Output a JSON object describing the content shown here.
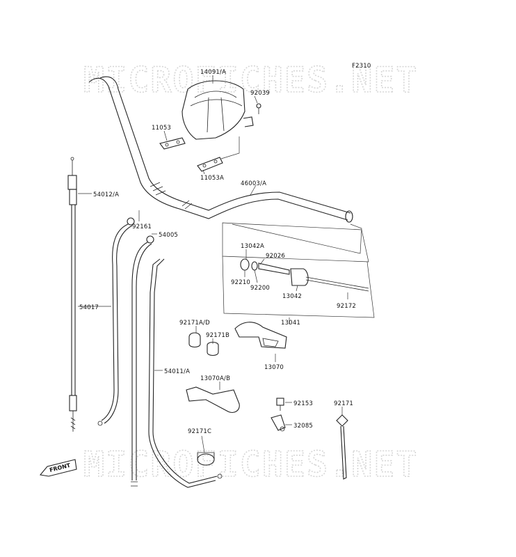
{
  "diagram": {
    "code": "F2310",
    "watermark": "MICROFICHES.NET",
    "front_label": "FRONT"
  },
  "parts": [
    {
      "id": "p-14091a",
      "label": "14091/A"
    },
    {
      "id": "p-92039",
      "label": "92039"
    },
    {
      "id": "p-11053",
      "label": "11053"
    },
    {
      "id": "p-11053a",
      "label": "11053A"
    },
    {
      "id": "p-46003a",
      "label": "46003/A"
    },
    {
      "id": "p-54012a",
      "label": "54012/A"
    },
    {
      "id": "p-92161",
      "label": "92161"
    },
    {
      "id": "p-54005",
      "label": "54005"
    },
    {
      "id": "p-13042a",
      "label": "13042A"
    },
    {
      "id": "p-92026",
      "label": "92026"
    },
    {
      "id": "p-92210",
      "label": "92210"
    },
    {
      "id": "p-92200",
      "label": "92200"
    },
    {
      "id": "p-13042",
      "label": "13042"
    },
    {
      "id": "p-92172",
      "label": "92172"
    },
    {
      "id": "p-54017",
      "label": "54017"
    },
    {
      "id": "p-13041",
      "label": "13041"
    },
    {
      "id": "p-92171ad",
      "label": "92171A/D"
    },
    {
      "id": "p-92171b",
      "label": "92171B"
    },
    {
      "id": "p-13070",
      "label": "13070"
    },
    {
      "id": "p-54011a",
      "label": "54011/A"
    },
    {
      "id": "p-13070ab",
      "label": "13070A/B"
    },
    {
      "id": "p-92153",
      "label": "92153"
    },
    {
      "id": "p-92171",
      "label": "92171"
    },
    {
      "id": "p-32085",
      "label": "32085"
    },
    {
      "id": "p-92171c",
      "label": "92171C"
    }
  ]
}
